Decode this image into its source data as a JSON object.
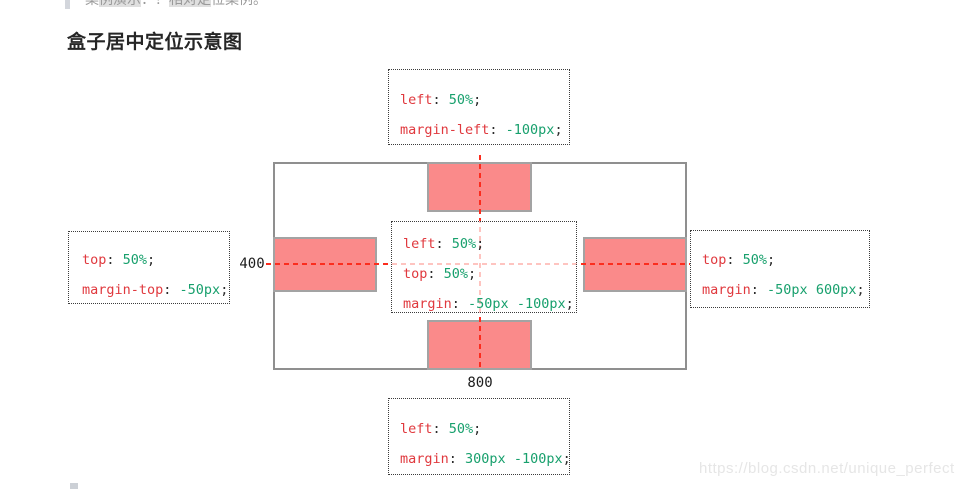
{
  "page": {
    "clipped_top_line": {
      "parts": [
        {
          "text": "案",
          "highlight": false
        },
        {
          "text": "例演示",
          "highlight": true
        },
        {
          "text": "：？",
          "highlight": false
        },
        {
          "text": "相对定",
          "highlight": true
        },
        {
          "text": "位案例。",
          "highlight": false
        }
      ]
    },
    "heading": "盒子居中定位示意图",
    "watermark": "https://blog.csdn.net/unique_perfect"
  },
  "diagram": {
    "container": {
      "width_label": "800",
      "height_label": "400"
    },
    "code_boxes": {
      "top": {
        "lines": [
          {
            "prop": "left",
            "value": "50%"
          },
          {
            "prop": "margin-left",
            "value": "-100px"
          }
        ]
      },
      "left": {
        "lines": [
          {
            "prop": "top",
            "value": "50%"
          },
          {
            "prop": "margin-top",
            "value": "-50px"
          }
        ]
      },
      "center": {
        "lines": [
          {
            "prop": "left",
            "value": "50%"
          },
          {
            "prop": "top",
            "value": "50%"
          },
          {
            "prop": "margin",
            "value": "-50px -100px"
          }
        ]
      },
      "right": {
        "lines": [
          {
            "prop": "top",
            "value": "50%"
          },
          {
            "prop": "margin",
            "value": "-50px 600px"
          }
        ]
      },
      "bottom": {
        "lines": [
          {
            "prop": "left",
            "value": "50%"
          },
          {
            "prop": "margin",
            "value": "300px -100px"
          }
        ]
      }
    },
    "punctuation": {
      "colon": ": ",
      "semicolon": ";"
    }
  },
  "colors": {
    "prop_red": "#e0393e",
    "value_green": "#18a06d",
    "punct_dark": "#2b2b2b",
    "dash_red": "#fb2d1e",
    "box_fill": "#fa8a8a",
    "box_border": "#a3a3a3",
    "rect_border": "#8f8f8f",
    "code_border": "#3c3c3c",
    "watermark_gray": "#e6e6e6"
  }
}
